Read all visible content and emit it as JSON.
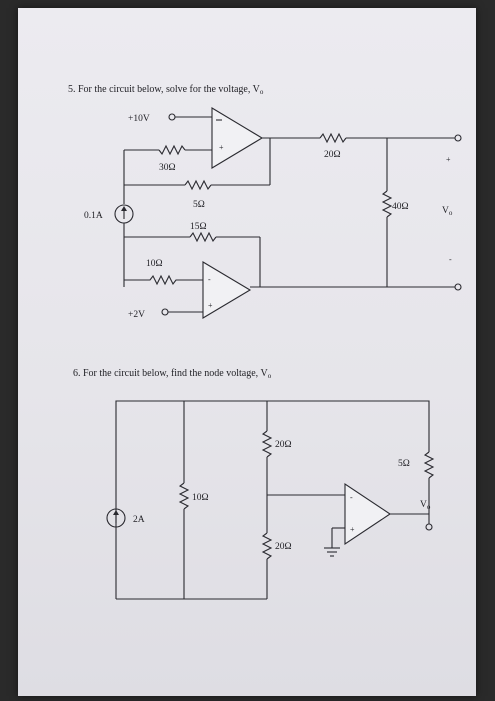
{
  "problem5": {
    "question": "5.  For the circuit below, solve for the voltage, V",
    "question_sub": "o",
    "source_top": "+10V",
    "source_bottom": "+2V",
    "current_source": "0.1A",
    "r_30": "30Ω",
    "r_5": "5Ω",
    "r_15": "15Ω",
    "r_10": "10Ω",
    "r_20": "20Ω",
    "r_40": "40Ω",
    "output_label": "V",
    "output_sub": "o",
    "plus": "+",
    "minus": "-"
  },
  "problem6": {
    "question": "6.  For the circuit below, find the node voltage, V",
    "question_sub": "o",
    "current_source": "2A",
    "r_10": "10Ω",
    "r_20_top": "20Ω",
    "r_20_bottom": "20Ω",
    "r_5": "5Ω",
    "output_label": "V",
    "output_sub": "o"
  }
}
